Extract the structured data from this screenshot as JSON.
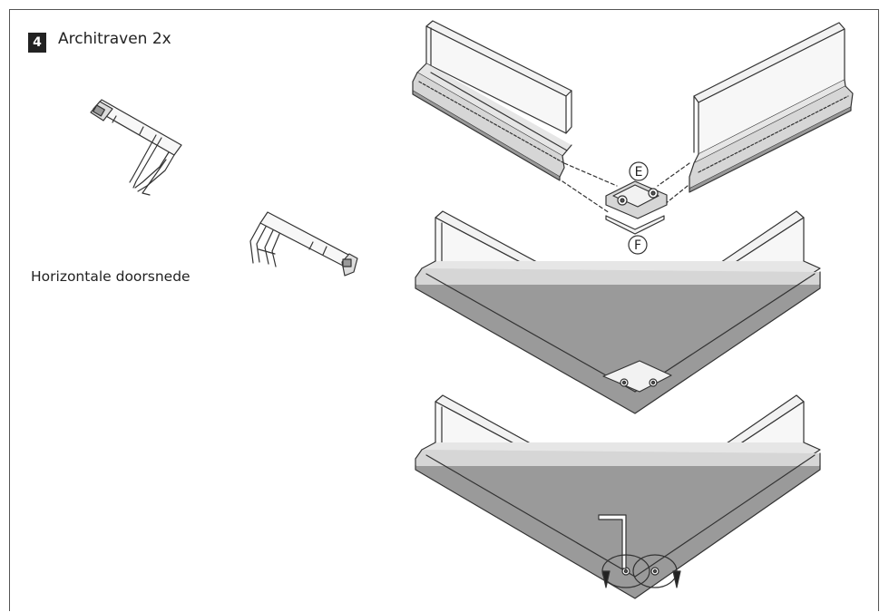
{
  "step": {
    "number": "4",
    "title": "Architraven 2x"
  },
  "caption": "Horizontale doorsnede",
  "callouts": {
    "corner_connector": "E",
    "corner_cover": "F"
  },
  "colors": {
    "outline": "#333333",
    "light_fill": "#f2f2f2",
    "mid_fill": "#d6d6d6",
    "dark_fill": "#9a9a9a"
  },
  "icons": [
    "allen-key-icon",
    "rotation-arrow-icon"
  ]
}
